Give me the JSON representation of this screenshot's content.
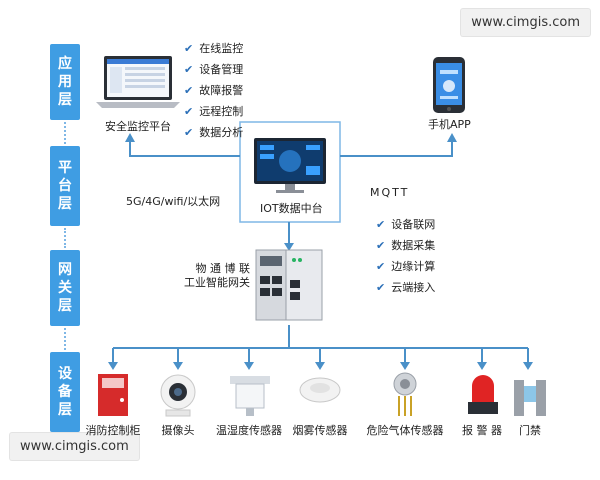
{
  "watermark": {
    "text": "www.cimgis.com"
  },
  "layers": [
    {
      "id": "app",
      "chars": [
        "应",
        "用",
        "层"
      ]
    },
    {
      "id": "platform",
      "chars": [
        "平",
        "台",
        "层"
      ]
    },
    {
      "id": "gateway",
      "chars": [
        "网",
        "关",
        "层"
      ]
    },
    {
      "id": "device",
      "chars": [
        "设",
        "备",
        "层"
      ]
    }
  ],
  "app_layer": {
    "platform_label": "安全监控平台",
    "app_label": "手机APP",
    "features": [
      "在线监控",
      "设备管理",
      "故障报警",
      "远程控制",
      "数据分析"
    ]
  },
  "platform_layer": {
    "center_label": "IOT数据中台",
    "left_protocol": "5G/4G/wifi/以太网",
    "right_protocol": "MQTT"
  },
  "gateway_layer": {
    "name_line1": "物 通 博 联",
    "name_line2": "工业智能网关",
    "features": [
      "设备联网",
      "数据采集",
      "边缘计算",
      "云端接入"
    ]
  },
  "devices": [
    {
      "label": "消防控制柜"
    },
    {
      "label": "摄像头"
    },
    {
      "label": "温湿度传感器"
    },
    {
      "label": "烟雾传感器"
    },
    {
      "label": "危险气体传感器"
    },
    {
      "label": "报 警 器"
    },
    {
      "label": "门禁"
    }
  ],
  "colors": {
    "layer_bg": "#3f9de3",
    "connector": "#4a90c8",
    "check": "#2b6fb8"
  }
}
